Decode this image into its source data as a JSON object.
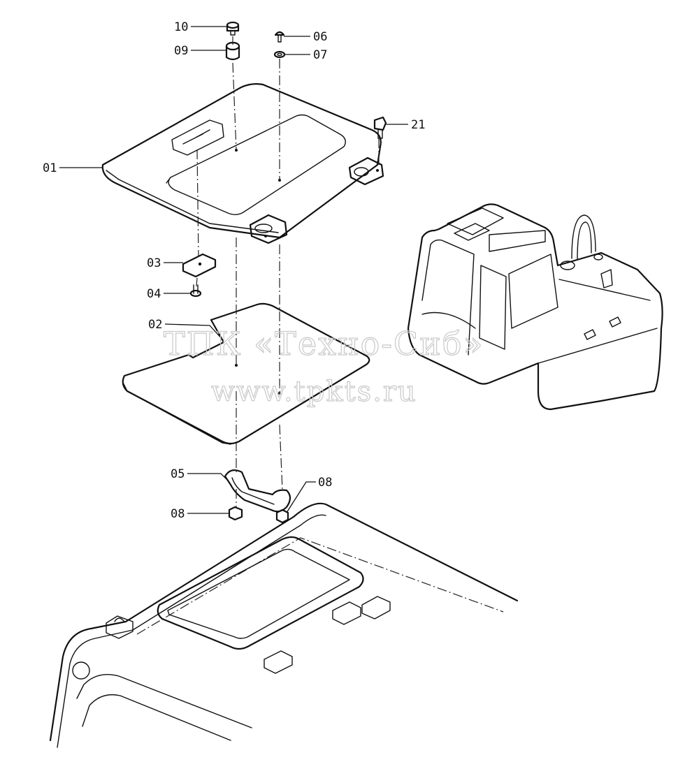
{
  "labels": {
    "p01": "01",
    "p02": "02",
    "p03": "03",
    "p04": "04",
    "p05": "05",
    "p06": "06",
    "p07": "07",
    "p08a": "08",
    "p08b": "08",
    "p09": "09",
    "p10": "10",
    "p21": "21"
  },
  "watermark": {
    "line1": "ТПК «Техно-Сиб»",
    "line2": "www.tpkts.ru"
  }
}
